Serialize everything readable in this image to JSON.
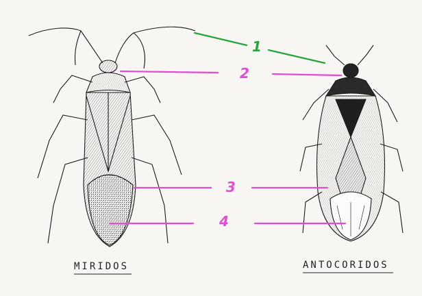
{
  "title": "",
  "species": {
    "left_name": "MIRIDOS",
    "right_name": "ANTOCORIDOS"
  },
  "callouts": [
    {
      "number": "1",
      "color": "#27a53a"
    },
    {
      "number": "2",
      "color": "#e24bd8"
    },
    {
      "number": "3",
      "color": "#e24bd8"
    },
    {
      "number": "4",
      "color": "#e24bd8"
    }
  ],
  "colors": {
    "paper": "#f7f6f2",
    "ink": "#1a1a1a",
    "green_leader": "#27a53a",
    "pink_leader": "#e24bd8"
  }
}
